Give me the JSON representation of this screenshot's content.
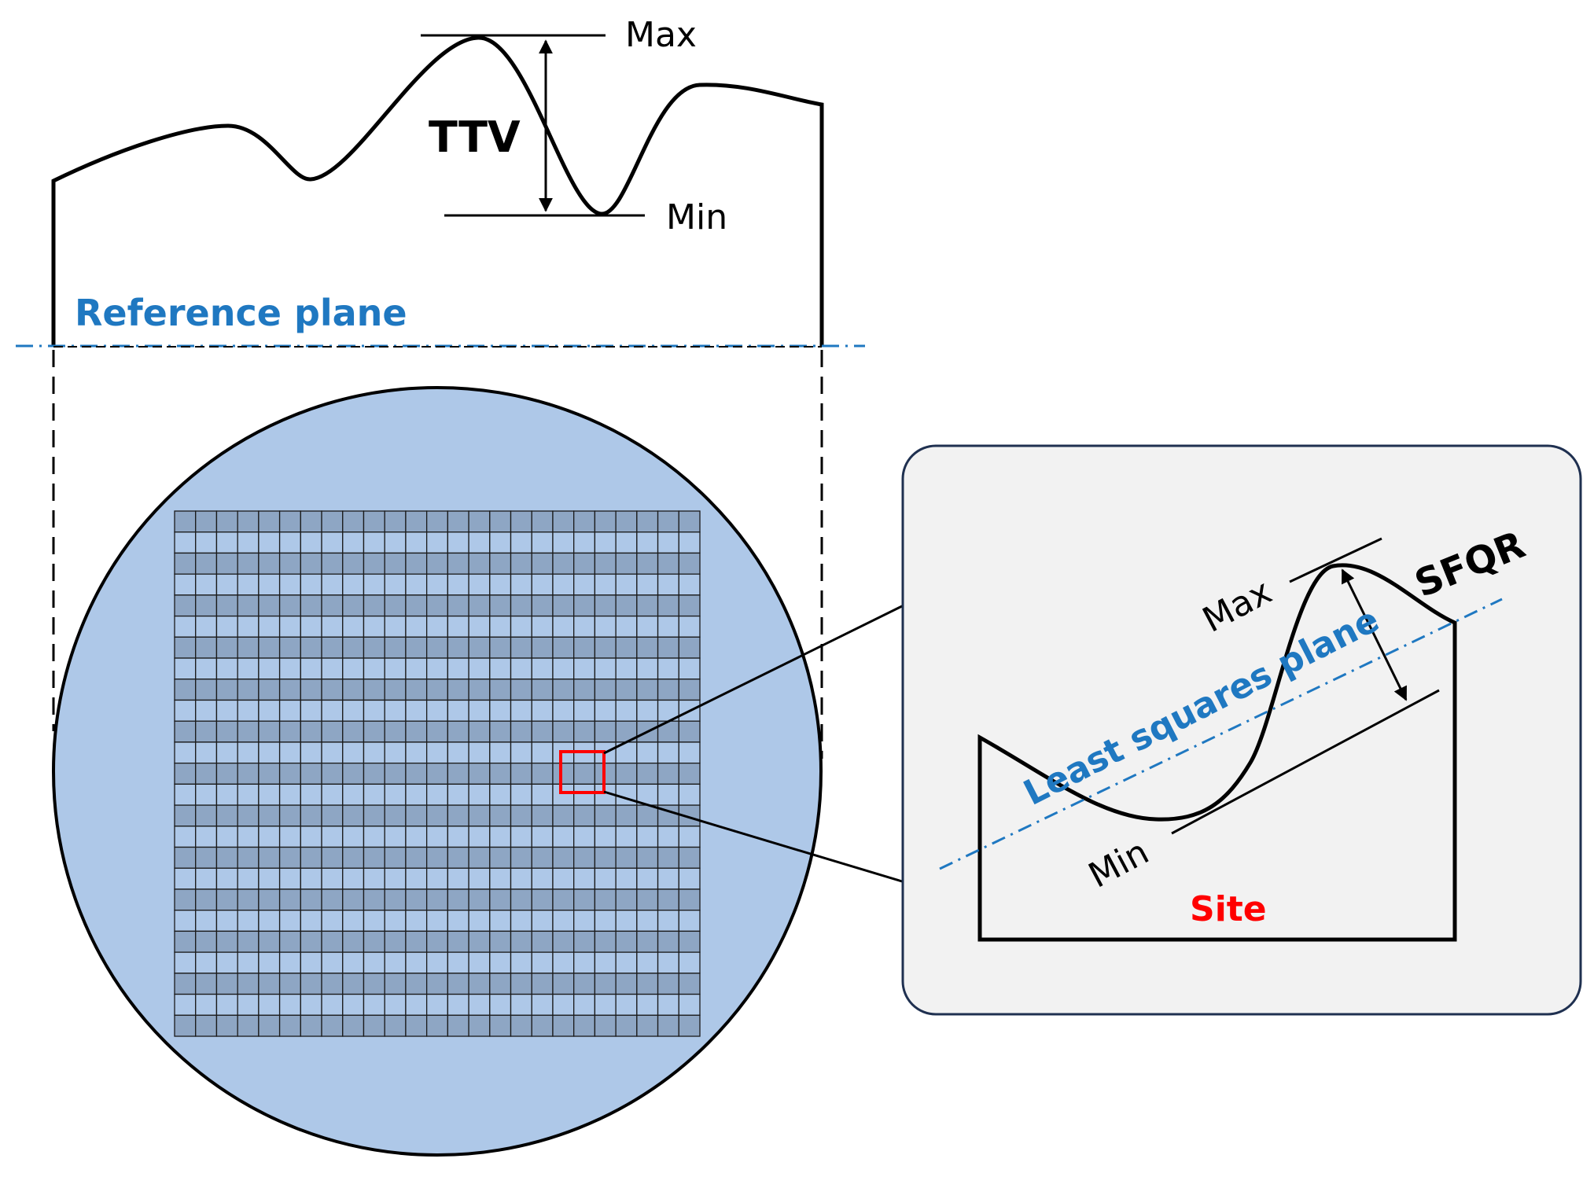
{
  "profile": {
    "max_label": "Max",
    "min_label": "Min",
    "ttv_label": "TTV",
    "reference_plane_label": "Reference plane"
  },
  "wafer": {
    "grid_rows": 25,
    "grid_cols": 25
  },
  "zoom": {
    "max_label": "Max",
    "min_label": "Min",
    "sfqr_label": "SFQR",
    "least_squares_label": "Least squares plane",
    "site_label": "Site"
  },
  "colors": {
    "blue_text": "#1f78c1",
    "red_text": "#ff0000",
    "wafer_fill": "#aec8e8",
    "cell_dark": "#8ea6c4",
    "cell_light": "#aec8e8",
    "panel_fill": "#f2f2f2",
    "panel_stroke": "#1f3050",
    "highlight_box": "#ff0000"
  }
}
